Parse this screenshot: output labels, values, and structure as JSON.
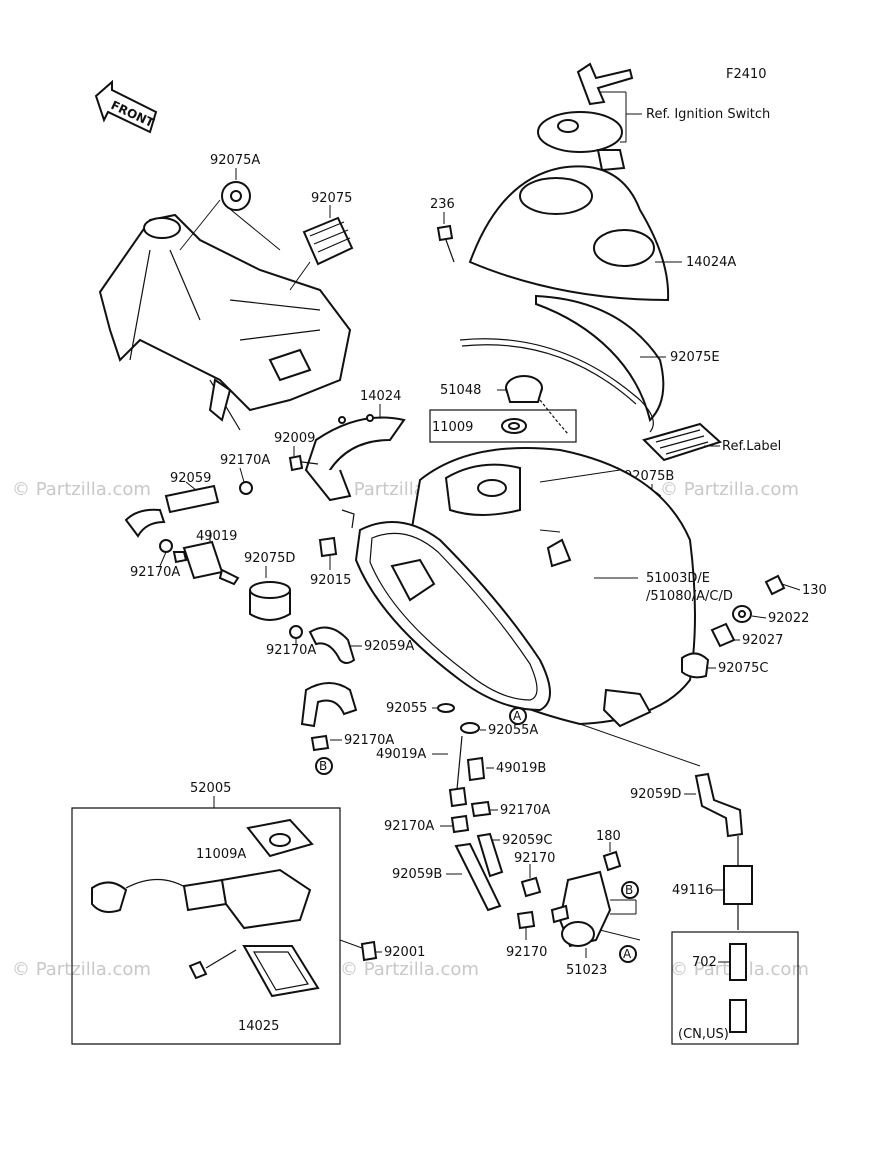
{
  "diagram_code": "F2410",
  "front_label": "FRONT",
  "watermark": "© Partzilla.com",
  "refs": {
    "ignition": "Ref. Ignition Switch",
    "label": "Ref.Label"
  },
  "box_note": "(CN,US)",
  "circle_a": "A",
  "circle_b": "B",
  "parts": {
    "p92075A": "92075A",
    "p92075": "92075",
    "p236": "236",
    "p14024A": "14024A",
    "p92075E": "92075E",
    "p51048": "51048",
    "p11009": "11009",
    "p14024": "14024",
    "p92009": "92009",
    "p92170A_1": "92170A",
    "p92059": "92059",
    "p92075B": "92075B",
    "p49019": "49019",
    "p92170A_2": "92170A",
    "p92075D": "92075D",
    "p92015": "92015",
    "p51003": "51003D/E",
    "p51080": "/51080/A/C/D",
    "p130": "130",
    "p92022": "92022",
    "p92027": "92027",
    "p92170A_3": "92170A",
    "p92059A": "92059A",
    "p92075C": "92075C",
    "p92055": "92055",
    "p92055A": "92055A",
    "p92170A_4": "92170A",
    "p49019A": "49019A",
    "p49019B": "49019B",
    "p92059D": "92059D",
    "p52005": "52005",
    "p92170A_5": "92170A",
    "p92170A_6": "92170A",
    "p180": "180",
    "p11009A": "11009A",
    "p92059C": "92059C",
    "p92170_1": "92170",
    "p92059B": "92059B",
    "p49116": "49116",
    "p92001": "92001",
    "p92170_2": "92170",
    "p51023": "51023",
    "p702": "702",
    "p14025": "14025"
  }
}
